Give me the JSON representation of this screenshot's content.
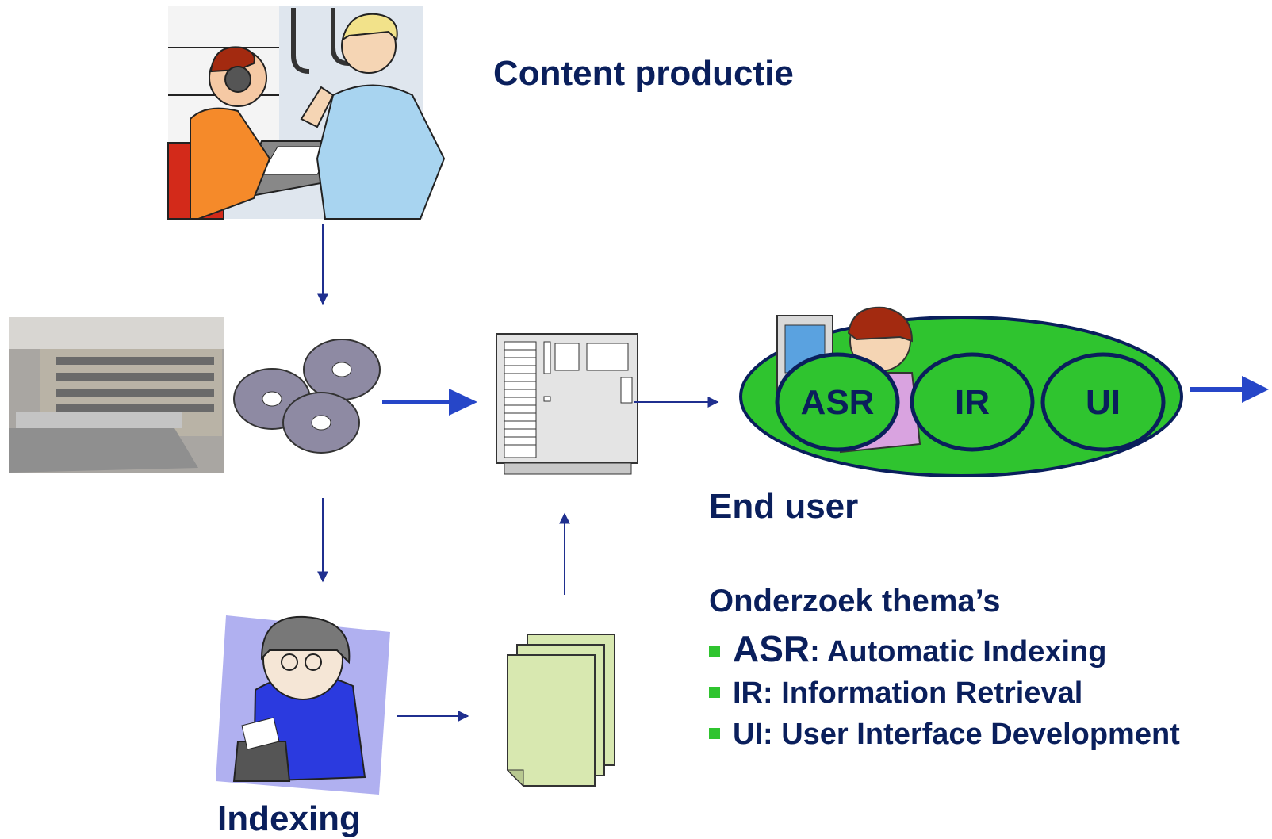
{
  "labels": {
    "content_production": "Content productie",
    "end_user": "End user",
    "indexing": "Indexing"
  },
  "components": [
    {
      "code": "ASR"
    },
    {
      "code": "IR"
    },
    {
      "code": "UI"
    }
  ],
  "themes": {
    "heading": "Onderzoek thema’s",
    "items": [
      {
        "code": "ASR",
        "desc": ": Automatic Indexing"
      },
      {
        "code": "IR",
        "desc": ": Information Retrieval"
      },
      {
        "code": "UI",
        "desc": ": User Interface Development"
      }
    ]
  },
  "colors": {
    "text": "#0a1f5c",
    "arrow": "#1f2f8f",
    "bold_arrow": "#2646c8",
    "ellipse_fill": "#2fc42f",
    "bullet": "#2fc42f"
  }
}
